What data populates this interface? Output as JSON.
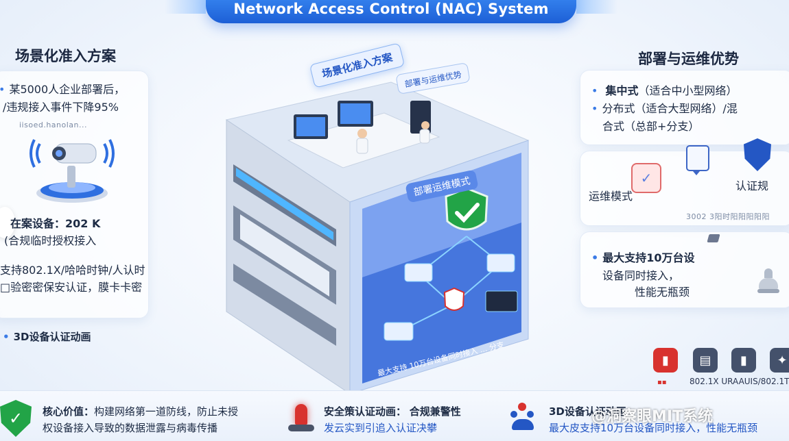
{
  "banner": {
    "title": "Network Access Control (NAC) System"
  },
  "left": {
    "title": "场景化准入方案",
    "case_line1": "某5000人企业部署后，",
    "case_line2": "/违规接入事件下降95%",
    "case_caption": "iisoed.hanolan...",
    "devices_line1": "在案设备：",
    "devices_value": "202 K",
    "devices_line2": "(合规临时授权接入",
    "auth_line1": "支持802.1X/哈哈时钟/人认时",
    "auth_line2": "□验密密保安认证，膜卡卡密",
    "footer_label": "3D设备认证动画"
  },
  "cube": {
    "top_tag_main": "场景化准入方案",
    "top_tag_side": "部署与运维优势",
    "front_tag": "部署运维模式",
    "front_caption": "最大支持 10万台设备同时接入 ... 分支"
  },
  "right": {
    "title": "部署与运维优势",
    "deploy_line1": "集中式",
    "deploy_line1_tail": "（适合中小型网络）",
    "deploy_line2": "分布式（适合大型网络）/混",
    "deploy_line3": "合式（总部+分支）",
    "ops_label": "运维模式",
    "auth_label": "认证规",
    "ops_caption": "3002 3阳时阳阳阳阳阳",
    "capacity_line1": "最大支持10万台设",
    "capacity_line2": "设备同时接入，",
    "capacity_line3": "性能无瓶颈",
    "proto_caption": "802.1X URAAUIS/802.1T"
  },
  "bottom": {
    "core_title": "核心价值：",
    "core_text1": "构建网络第一道防线，防止未授",
    "core_text2": "权设备接入导致的数据泄露与病毒传播",
    "policy_title": "安全策认证动画：",
    "policy_tail": "合规兼警性",
    "policy_text2": "发云实到引追入认证决攀",
    "anim_title": "3D设备认证动画",
    "anim_text2": "最大皮支持10万台设备同时接入，性能无瓶颈",
    "watermark": "@洞察眼MIT系统"
  },
  "colors": {
    "accent": "#1d5fd6",
    "shield_green": "#22a447",
    "alert_red": "#d8322e"
  }
}
